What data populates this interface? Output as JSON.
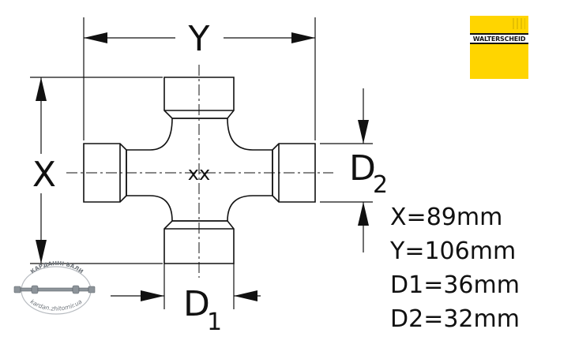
{
  "drawing": {
    "dim_x_label": "X",
    "dim_y_label": "Y",
    "dim_d1_letter": "D",
    "dim_d1_sub": "1",
    "dim_d2_letter": "D",
    "dim_d2_sub": "2",
    "center_label": "xx"
  },
  "brand": {
    "name": "WALTERSCHEID",
    "color": "#ffd500"
  },
  "specs": [
    "X=89mm",
    "Y=106mm",
    "D1=36mm",
    "D2=32mm"
  ],
  "watermark": {
    "top_text": "КАРДАННІ ВАЛИ",
    "bottom_text": "kardan.zhitomir.ua"
  }
}
